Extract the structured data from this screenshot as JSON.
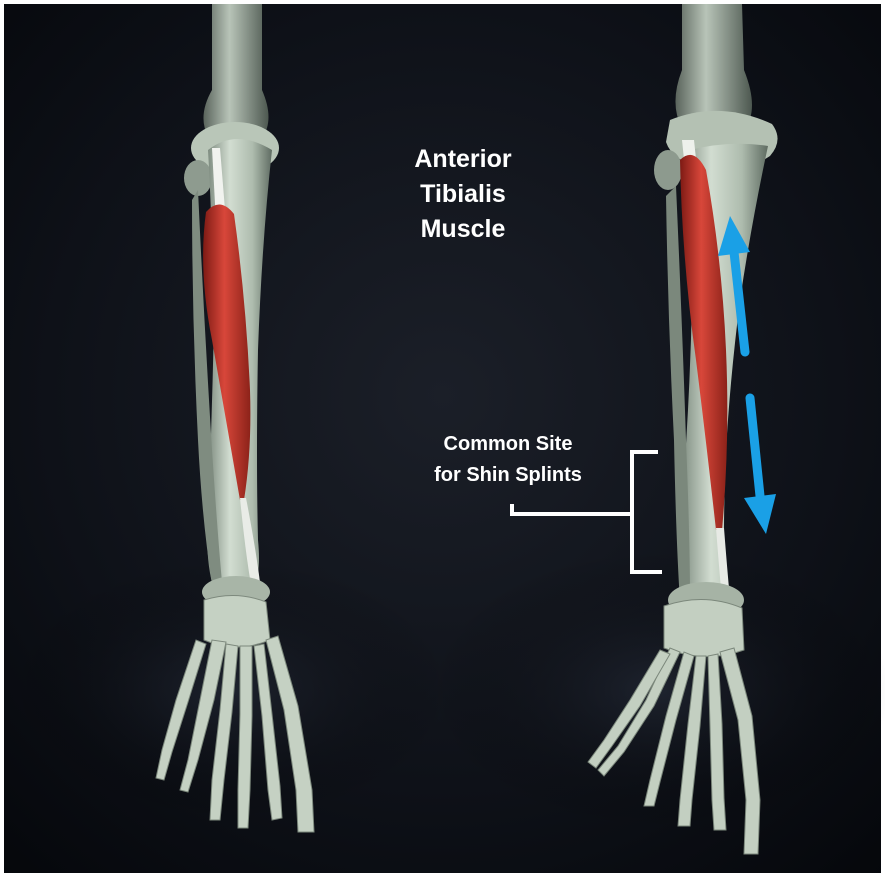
{
  "annotations": {
    "muscle_label": [
      "Anterior",
      "Tibialis",
      "Muscle"
    ],
    "site_label": [
      "Common Site",
      "for Shin Splints"
    ]
  },
  "icons": {
    "arrow_up": "arrow-up-icon",
    "arrow_down": "arrow-down-icon"
  },
  "colors": {
    "background": "#0c0e14",
    "bone": "#c9d6c9",
    "muscle": "#c2362c",
    "arrow": "#1aa0e6",
    "text": "#ffffff"
  }
}
